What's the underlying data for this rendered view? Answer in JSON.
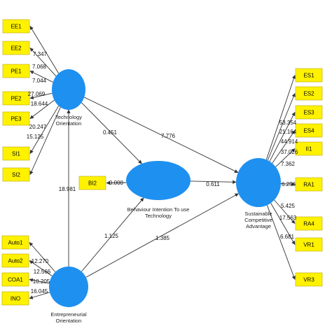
{
  "colors": {
    "construct": "#1e90f0",
    "indicator_fill": "#fff200",
    "indicator_border": "#b8a800",
    "arrow": "#333333"
  },
  "constructs": {
    "tech": {
      "label_lines": [
        "Technology",
        "Orientation"
      ]
    },
    "behav": {
      "label_lines": [
        "Behaviour Intention To use",
        "Technology"
      ]
    },
    "entre": {
      "label_lines": [
        "Entrepreneurial",
        "Orientation"
      ]
    },
    "sust": {
      "label_lines": [
        "Sustainable",
        "Competitive",
        "Advantage"
      ]
    }
  },
  "indicators": {
    "tech": [
      {
        "label": "EE1",
        "loading": "7.347"
      },
      {
        "label": "EE2",
        "loading": "7.068"
      },
      {
        "label": "PE1",
        "loading": "7.044"
      },
      {
        "label": "PE2",
        "loading": "27.069"
      },
      {
        "label": "PE3",
        "loading": "18.644"
      },
      {
        "label": "SI1",
        "loading": "20.247"
      },
      {
        "label": "SI2",
        "loading": "15.125"
      }
    ],
    "behav": [
      {
        "label": "BI2",
        "loading": "0.000"
      }
    ],
    "entre": [
      {
        "label": "Auto1",
        "loading": "12.270"
      },
      {
        "label": "Auto2",
        "loading": "12.566"
      },
      {
        "label": "COA1",
        "loading": "10.205"
      },
      {
        "label": "INO",
        "loading": "16.045"
      }
    ],
    "sust": [
      {
        "label": "ES1",
        "loading": "53.354"
      },
      {
        "label": "ES2",
        "loading": "21.164"
      },
      {
        "label": "ES3",
        "loading": "44.914"
      },
      {
        "label": "ES4",
        "loading": "37.026"
      },
      {
        "label": "II1",
        "loading": "7.362"
      },
      {
        "label": "RA1",
        "loading": "6.256"
      },
      {
        "label": "RA4",
        "loading": "5.425"
      },
      {
        "label": "VR1",
        "loading": "17.563"
      },
      {
        "label": "VR3",
        "loading": "6.681"
      }
    ]
  },
  "paths": {
    "tech_behav": "0.451",
    "tech_sust": "7.776",
    "behav_sust": "0.611",
    "entre_tech": "18.981",
    "entre_behav": "1.125",
    "entre_sust": "1.385"
  }
}
